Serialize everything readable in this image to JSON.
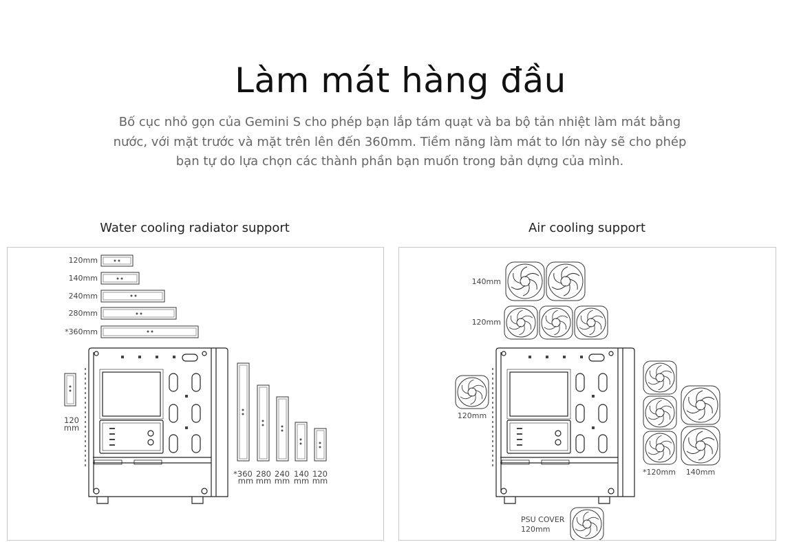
{
  "header": {
    "title": "Làm mát hàng đầu",
    "description": "Bố cục nhỏ gọn của Gemini S cho phép bạn lắp tám quạt và ba bộ tản nhiệt làm mát bằng nước, với mặt trước và mặt trên lên đến 360mm. Tiềm năng làm mát to lớn này sẽ cho phép bạn tự do lựa chọn các thành phần bạn muốn trong bản dựng của mình."
  },
  "water": {
    "title": "Water cooling radiator support",
    "top_labels": [
      "120mm",
      "140mm",
      "240mm",
      "280mm",
      "*360mm"
    ],
    "rear_label_1": "120",
    "rear_label_2": "mm",
    "front_labels": [
      "*360",
      "280",
      "240",
      "140",
      "120"
    ],
    "front_unit": "mm"
  },
  "air": {
    "title": "Air cooling support",
    "top_140_label": "140mm",
    "top_120_label": "120mm",
    "rear_label": "120mm",
    "front_120_label": "*120mm",
    "front_140_label": "140mm",
    "psu_label_1": "PSU COVER",
    "psu_label_2": "120mm"
  }
}
